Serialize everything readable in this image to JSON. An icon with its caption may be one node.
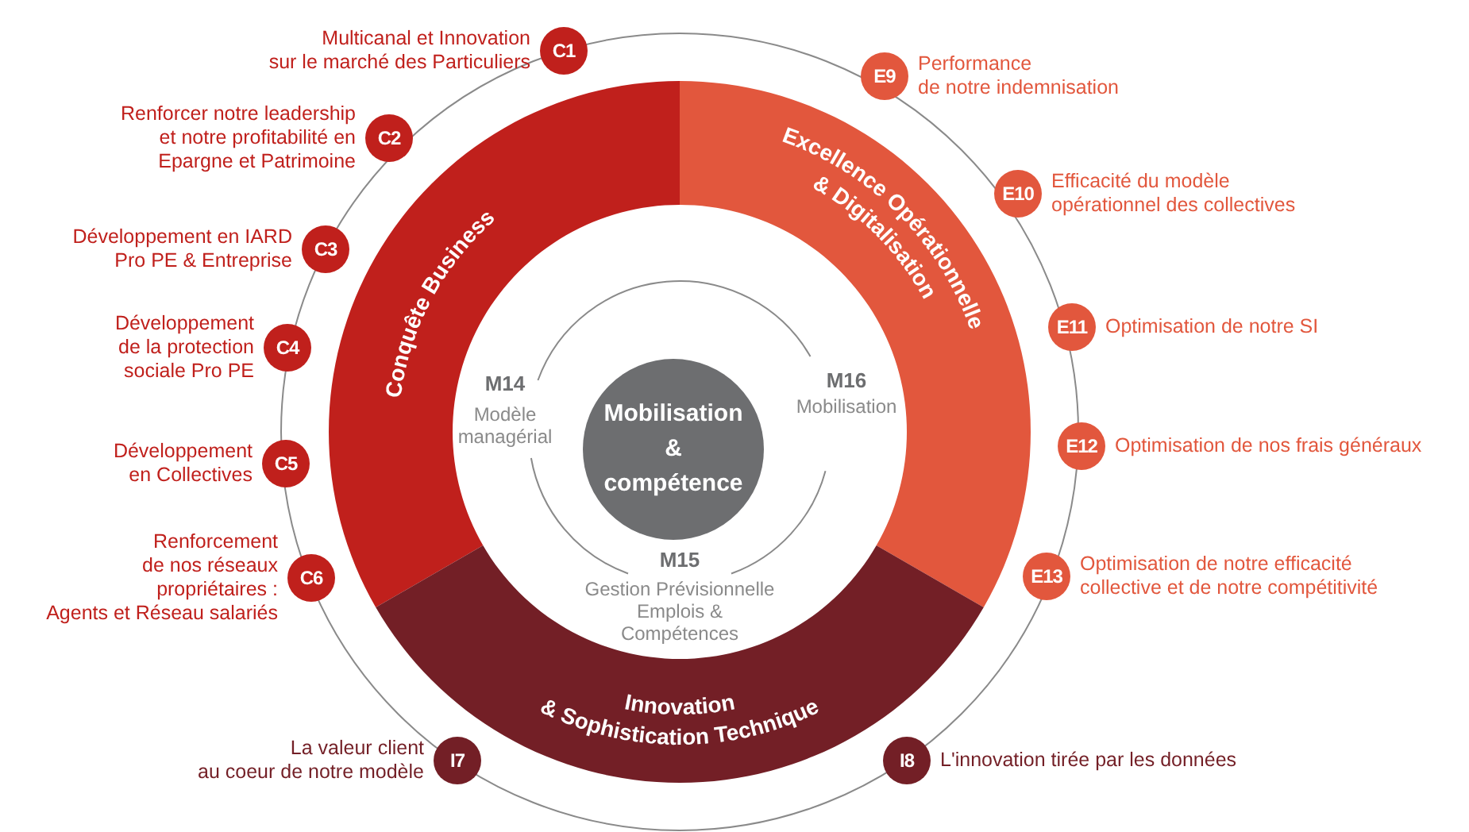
{
  "diagram": {
    "nodes": [
      {
        "text": [
          "Conquête Business"
        ]
      },
      {
        "text": [
          "Excellence Opérationnelle & Digitalisation"
        ]
      },
      {
        "text": [
          "Innovation & Sophistication Technique"
        ]
      },
      {
        "text": [
          "Mobilisation & compétence"
        ]
      },
      {
        "text": [
          "C1"
        ],
        "beside": [
          "Multicanal et Innovation sur le marché des Particuliers"
        ]
      },
      {
        "text": [
          "C2"
        ],
        "beside": [
          "Renforcer notre leadership et notre profitabilité en Epargne et Patrimoine"
        ]
      },
      {
        "text": [
          "C3"
        ],
        "beside": [
          "Développement en IARD Pro PE & Entreprise"
        ]
      },
      {
        "text": [
          "C4"
        ],
        "beside": [
          "Développement de la protection sociale Pro PE"
        ]
      },
      {
        "text": [
          "C5"
        ],
        "beside": [
          "Développement en Collectives"
        ]
      },
      {
        "text": [
          "C6"
        ],
        "beside": [
          "Renforcement de nos réseaux propriétaires : Agents et Réseau salariés"
        ]
      },
      {
        "text": [
          "I7"
        ],
        "beside": [
          "La valeur client au coeur de notre modèle"
        ]
      },
      {
        "text": [
          "I8"
        ],
        "beside": [
          "L'innovation tirée par les données"
        ]
      },
      {
        "text": [
          "E9"
        ],
        "beside": [
          "Performance de notre indemnisation"
        ]
      },
      {
        "text": [
          "E10"
        ],
        "beside": [
          "Efficacité du modèle opérationnel des collectives"
        ]
      },
      {
        "text": [
          "E11"
        ],
        "beside": [
          "Optimisation de notre SI"
        ]
      },
      {
        "text": [
          "E12"
        ],
        "beside": [
          "Optimisation de nos frais généraux"
        ]
      },
      {
        "text": [
          "E13"
        ],
        "beside": [
          "Optimisation de notre efficacité collective et de notre compétitivité"
        ]
      }
    ],
    "labels": [
      "M14",
      "Modèle managérial",
      "M16",
      "Mobilisation",
      "M15",
      "Gestion Prévisionnelle Emplois & Compétences"
    ]
  }
}
